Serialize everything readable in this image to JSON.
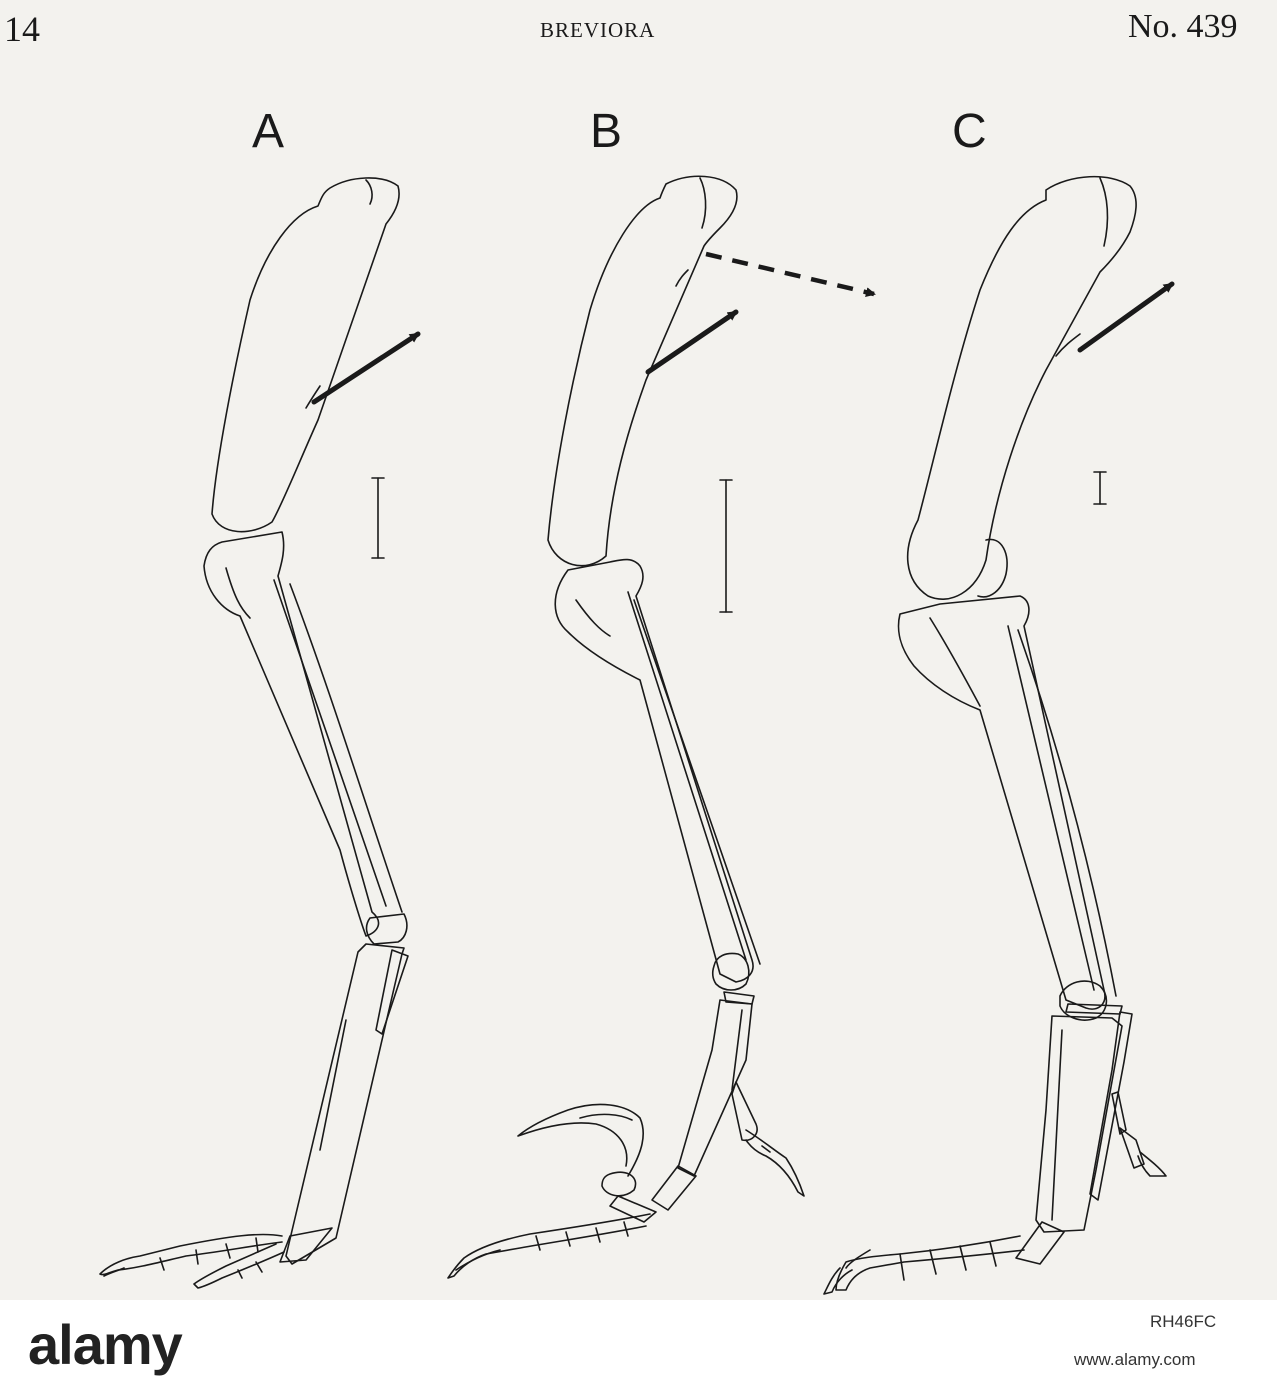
{
  "header": {
    "page_number": "14",
    "running_title": "BREVIORA",
    "issue_number": "No. 439"
  },
  "figure": {
    "panels": [
      {
        "label": "A"
      },
      {
        "label": "B"
      },
      {
        "label": "C"
      }
    ]
  },
  "footer": {
    "logo_text": "alamy",
    "image_id": "RH46FC",
    "site_url": "www.alamy.com"
  }
}
